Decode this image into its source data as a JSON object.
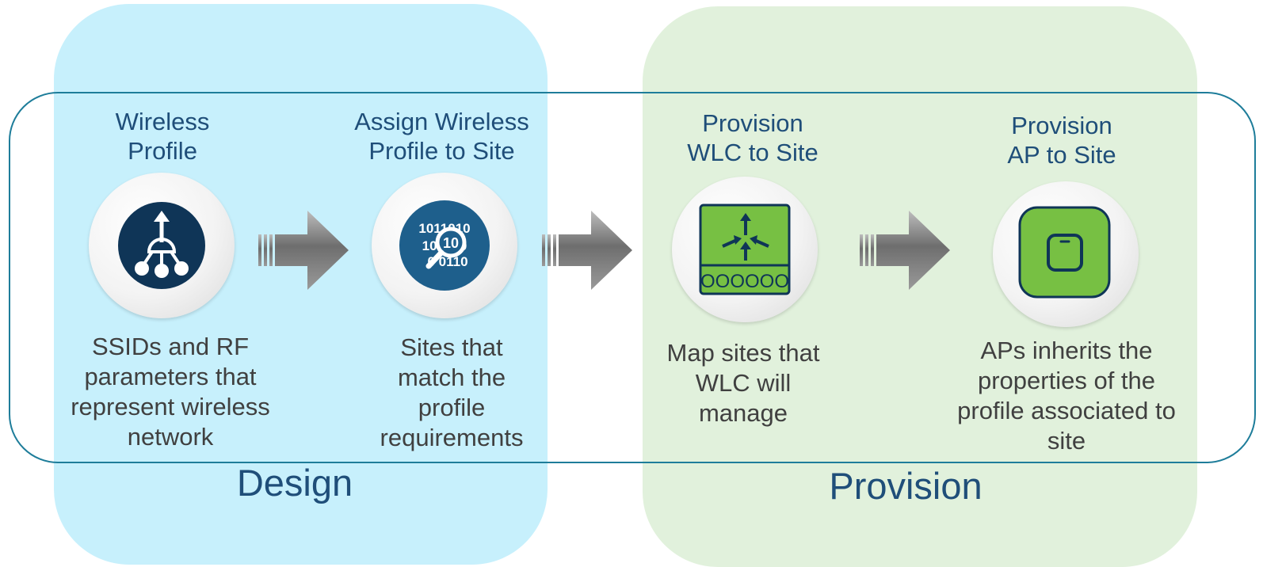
{
  "sections": {
    "design": {
      "label": "Design",
      "color": "#c7f0fc"
    },
    "provision": {
      "label": "Provision",
      "color": "#e1f1dc"
    }
  },
  "steps": [
    {
      "title_lines": [
        "Wireless",
        "Profile"
      ],
      "desc_lines": [
        "SSIDs and RF",
        "parameters that",
        "represent wireless",
        "network"
      ],
      "icon": "network-profile-icon"
    },
    {
      "title_lines": [
        "Assign Wireless",
        "Profile to Site"
      ],
      "desc_lines": [
        "Sites that",
        "match the",
        "profile",
        "requirements"
      ],
      "icon": "binary-search-icon",
      "icon_text": [
        "1011010",
        "10 10 0",
        "0 0110"
      ]
    },
    {
      "title_lines": [
        "Provision",
        "WLC to Site"
      ],
      "desc_lines": [
        "Map sites that",
        "WLC will",
        "manage"
      ],
      "icon": "wireless-controller-icon",
      "icon_text": "OOOOOO"
    },
    {
      "title_lines": [
        "Provision",
        "AP to Site"
      ],
      "desc_lines": [
        "APs inherits the",
        "properties of the",
        "profile associated to",
        "site"
      ],
      "icon": "access-point-icon"
    }
  ],
  "colors": {
    "title_text": "#1f4e79",
    "desc_text": "#404040",
    "frame_border": "#1e7d9a",
    "icon_dark_blue": "#0f3557",
    "icon_mid_blue": "#1e5f8c",
    "icon_green": "#77c043",
    "arrow_gray": "#6e6e6e"
  }
}
